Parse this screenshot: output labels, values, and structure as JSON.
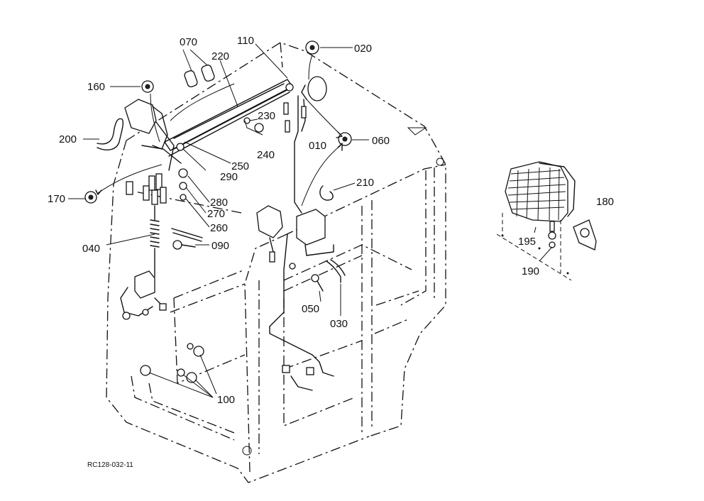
{
  "diagram": {
    "reference": "RC128-032-11",
    "callouts": [
      "070",
      "220",
      "110",
      "020",
      "160",
      "230",
      "240",
      "200",
      "060",
      "010",
      "250",
      "290",
      "210",
      "170",
      "280",
      "270",
      "260",
      "090",
      "040",
      "050",
      "030",
      "100",
      "180",
      "195",
      "190"
    ]
  }
}
